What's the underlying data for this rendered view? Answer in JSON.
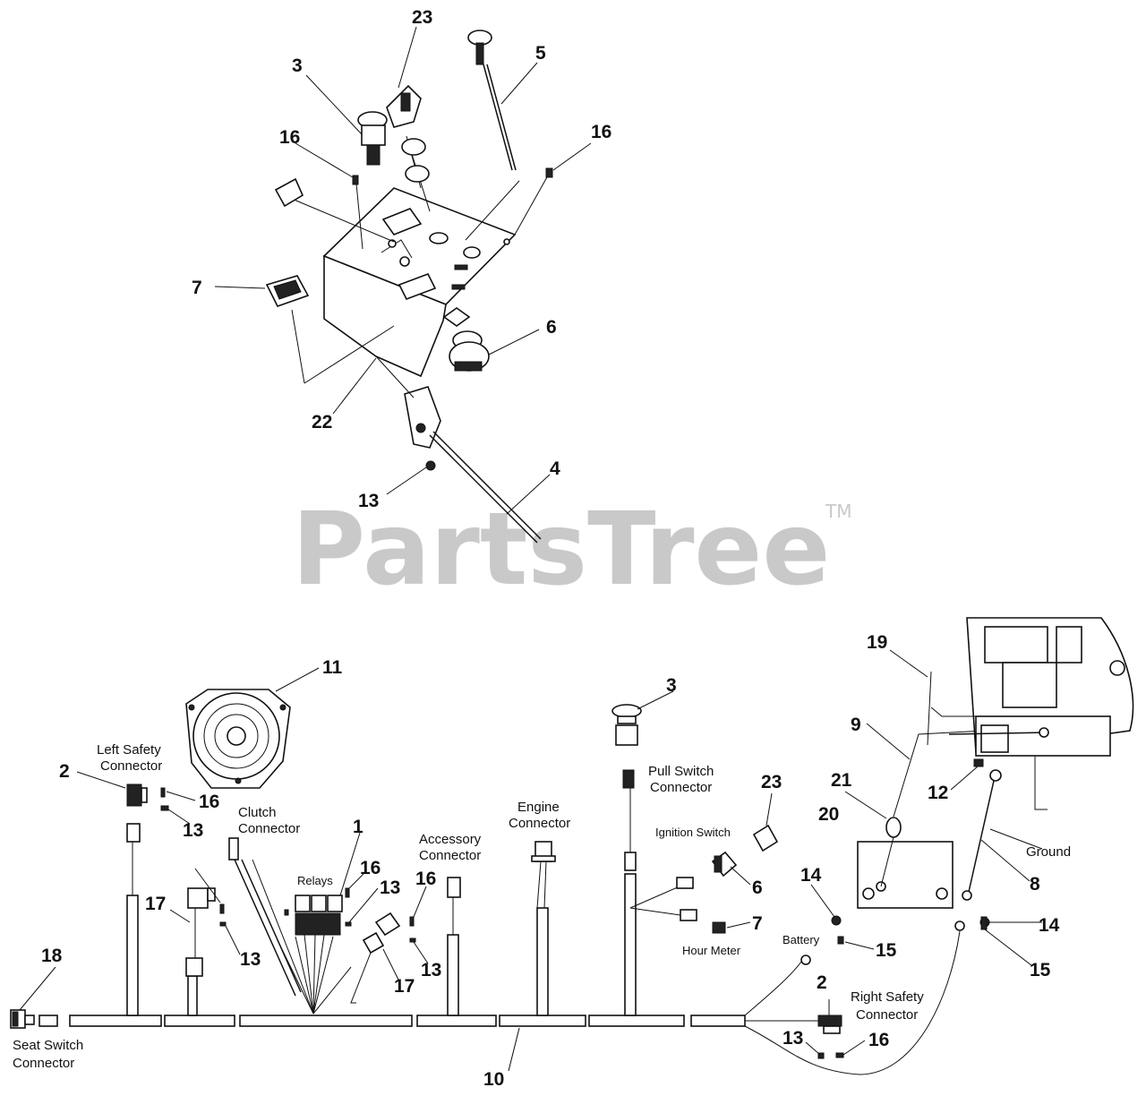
{
  "watermark": {
    "brand": "PartsTree",
    "trademark": "TM"
  },
  "callouts": {
    "c23a": "23",
    "c3a": "3",
    "c5": "5",
    "c16a": "16",
    "c16b": "16",
    "c7a": "7",
    "c6a": "6",
    "c22": "22",
    "c13a": "13",
    "c4": "4",
    "c11": "11",
    "c3b": "3",
    "c19": "19",
    "c9": "9",
    "c2a": "2",
    "c16c": "16",
    "c13b": "13",
    "c1": "1",
    "c16d": "16",
    "c13c": "13",
    "c16e": "16",
    "c17a": "17",
    "c13d": "13",
    "c13e": "13",
    "c17b": "17",
    "c18": "18",
    "c23b": "23",
    "c6b": "6",
    "c7b": "7",
    "c21": "21",
    "c12": "12",
    "c20": "20",
    "c14a": "14",
    "c8": "8",
    "c14b": "14",
    "c15a": "15",
    "c15b": "15",
    "c2b": "2",
    "c13f": "13",
    "c16f": "16",
    "c10": "10"
  },
  "labels": {
    "left_safety_1": "Left Safety",
    "left_safety_2": "Connector",
    "clutch_1": "Clutch",
    "clutch_2": "Connector",
    "relays": "Relays",
    "accessory_1": "Accessory",
    "accessory_2": "Connector",
    "engine_1": "Engine",
    "engine_2": "Connector",
    "pull_switch_1": "Pull Switch",
    "pull_switch_2": "Connector",
    "ignition_switch": "Ignition Switch",
    "hour_meter": "Hour Meter",
    "ground": "Ground",
    "battery": "Battery",
    "right_safety_1": "Right Safety",
    "right_safety_2": "Connector",
    "seat_switch_1": "Seat Switch",
    "seat_switch_2": "Connector"
  }
}
